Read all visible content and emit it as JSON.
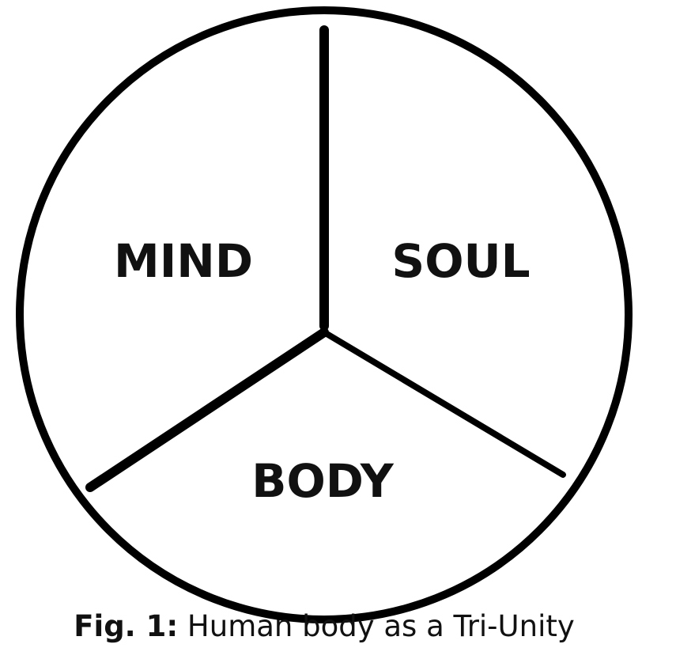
{
  "diagram": {
    "sections": [
      {
        "id": "mind",
        "label": "MIND"
      },
      {
        "id": "soul",
        "label": "SOUL"
      },
      {
        "id": "body",
        "label": "BODY"
      }
    ],
    "stroke_color": "#000000",
    "fill_color": "#ffffff"
  },
  "caption": {
    "label": "Fig. 1:",
    "text": " Human body as a Tri-Unity"
  }
}
